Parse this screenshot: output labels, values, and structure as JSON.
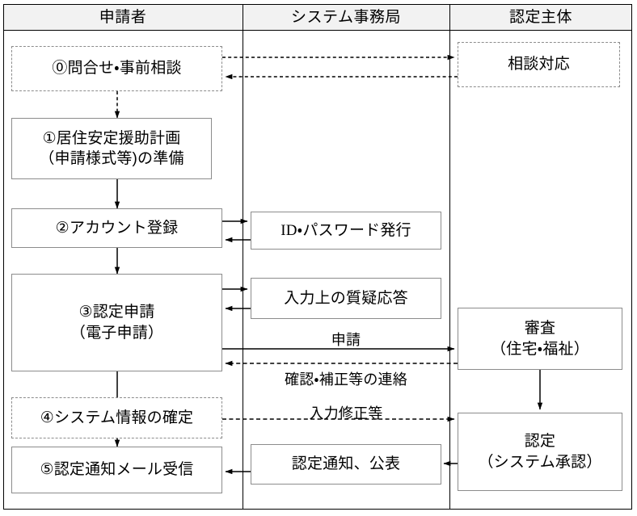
{
  "diagram": {
    "title_lanes": [
      {
        "id": "applicant",
        "label": "申請者"
      },
      {
        "id": "secretariat",
        "label": "システム事務局"
      },
      {
        "id": "certifier",
        "label": "認定主体"
      }
    ],
    "nodes": [
      {
        "id": "n0",
        "lane": "applicant",
        "label": "⓪問合せ・事前相談",
        "style": "dashed"
      },
      {
        "id": "n1",
        "lane": "applicant",
        "label": "①居住安定援助計画\n（申請様式等)の準備",
        "style": "solid"
      },
      {
        "id": "n2",
        "lane": "applicant",
        "label": "②アカウント登録",
        "style": "solid"
      },
      {
        "id": "n3",
        "lane": "applicant",
        "label": "③認定申請\n（電子申請）",
        "style": "solid"
      },
      {
        "id": "n4",
        "lane": "applicant",
        "label": "④システム情報の確定",
        "style": "dashed"
      },
      {
        "id": "n5",
        "lane": "applicant",
        "label": "⑤認定通知メール受信",
        "style": "solid"
      },
      {
        "id": "m1",
        "lane": "secretariat",
        "label": "ID・パスワード発行",
        "style": "solid"
      },
      {
        "id": "m2",
        "lane": "secretariat",
        "label": "入力上の質疑応答",
        "style": "solid"
      },
      {
        "id": "m3",
        "lane": "secretariat",
        "label": "認定通知、公表",
        "style": "solid"
      },
      {
        "id": "r0",
        "lane": "certifier",
        "label": "相談対応",
        "style": "dashed"
      },
      {
        "id": "r1",
        "lane": "certifier",
        "label": "審査\n（住宅・福祉）",
        "style": "solid"
      },
      {
        "id": "r2",
        "lane": "certifier",
        "label": "認定\n（システム承認）",
        "style": "solid"
      }
    ],
    "edge_labels": [
      {
        "id": "e_shinsei",
        "label": "申請"
      },
      {
        "id": "e_kakunin",
        "label": "確認・補正等の連絡"
      },
      {
        "id": "e_nyuryoku",
        "label": "入力修正等"
      }
    ],
    "colors": {
      "frame": "#000000",
      "header_fill": "#f2f2f2",
      "box_border": "#8c8c8c",
      "connector": "#000000",
      "text": "#000000"
    }
  }
}
